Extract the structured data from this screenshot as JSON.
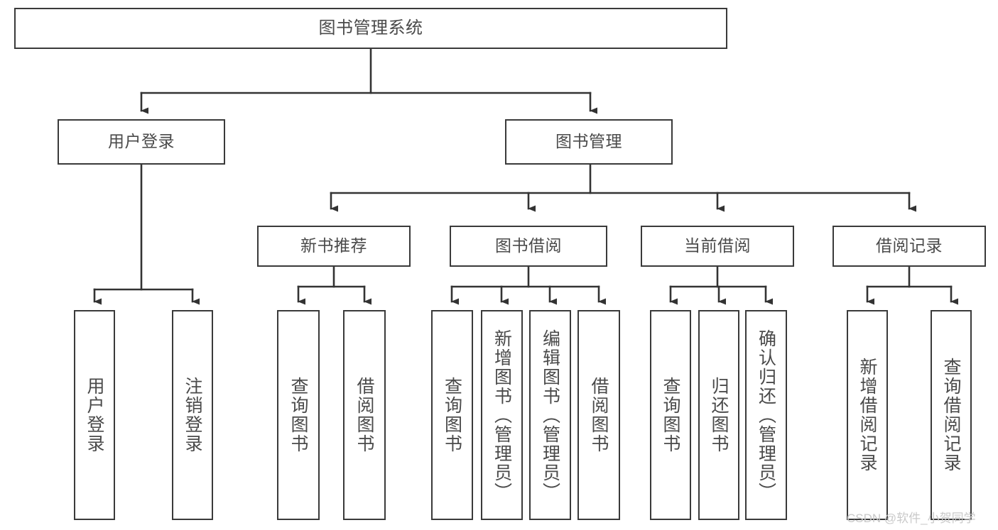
{
  "diagram": {
    "title": "图书管理系统",
    "type": "hierarchy-tree",
    "style": {
      "box_border_color": "#3a3a3a",
      "box_fill_color": "#ffffff",
      "text_color": "#4a4a4a",
      "connector_color": "#333333",
      "background": "#ffffff"
    },
    "root": {
      "label": "图书管理系统"
    },
    "level2": [
      {
        "label": "用户登录"
      },
      {
        "label": "图书管理"
      }
    ],
    "level3": [
      {
        "label": "新书推荐"
      },
      {
        "label": "图书借阅"
      },
      {
        "label": "当前借阅"
      },
      {
        "label": "借阅记录"
      }
    ],
    "leaves": {
      "user_login": [
        {
          "label": "用户登录"
        },
        {
          "label": "注销登录"
        }
      ],
      "new_book_recommend": [
        {
          "label": "查询图书"
        },
        {
          "label": "借阅图书"
        }
      ],
      "book_borrow": [
        {
          "label": "查询图书"
        },
        {
          "label": "新增图书（管理员）"
        },
        {
          "label": "编辑图书（管理员）"
        },
        {
          "label": "借阅图书"
        }
      ],
      "current_borrow": [
        {
          "label": "查询图书"
        },
        {
          "label": "归还图书"
        },
        {
          "label": "确认归还（管理员）"
        }
      ],
      "borrow_record": [
        {
          "label": "新增借阅记录"
        },
        {
          "label": "查询借阅记录"
        }
      ]
    }
  },
  "watermark": {
    "text": "CSDN @软件_小贺同学"
  }
}
